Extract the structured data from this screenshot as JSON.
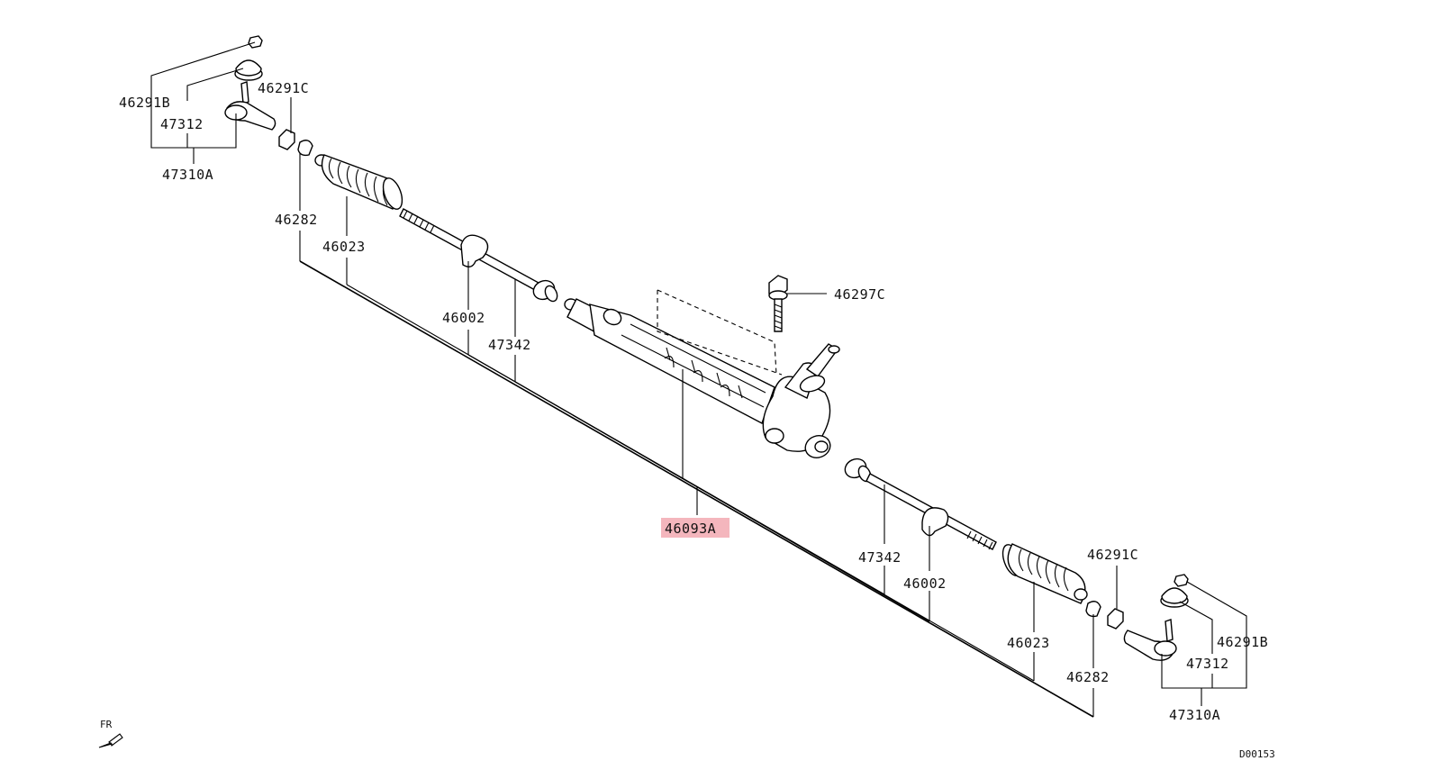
{
  "diagram": {
    "labels": {
      "l_46291B": "46291B",
      "l_47312": "47312",
      "l_47310A": "47310A",
      "l_46291C": "46291C",
      "l_46282": "46282",
      "l_46023": "46023",
      "l_46002": "46002",
      "l_47342": "47342",
      "l_46297C": "46297C",
      "l_46093A": "46093A",
      "r_47342": "47342",
      "r_46002": "46002",
      "r_46291C": "46291C",
      "r_46023": "46023",
      "r_46282": "46282",
      "r_46291B": "46291B",
      "r_47312": "47312",
      "r_47310A": "47310A"
    },
    "highlight_color": "#f4b6bd",
    "direction_label": "FR",
    "direction_icon": "arrow-down-left-icon",
    "drawing_code": "D00153"
  }
}
